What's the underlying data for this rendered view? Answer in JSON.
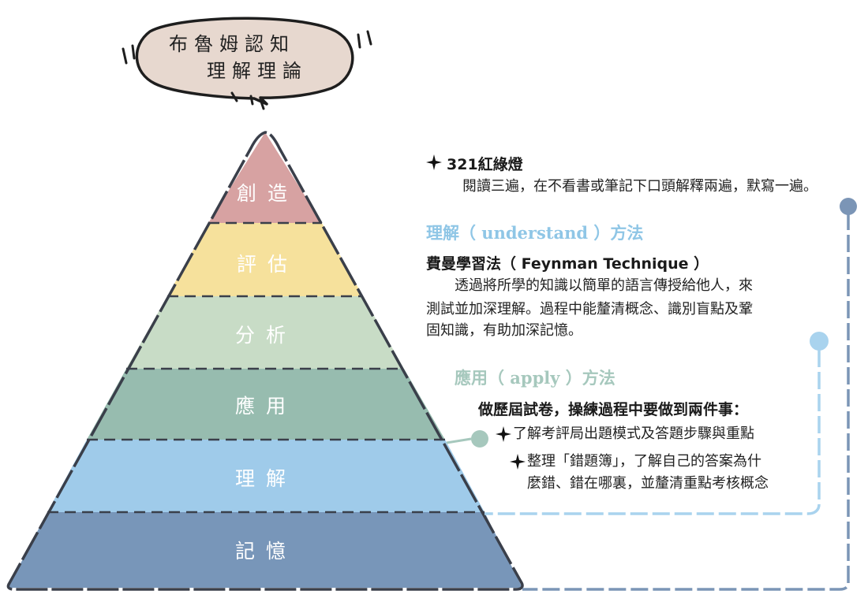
{
  "bubble": {
    "line1": "布魯姆認知",
    "line2": "理解理論"
  },
  "pyramid": {
    "levels": [
      {
        "label": "創造",
        "color": "#d7a2a2"
      },
      {
        "label": "評估",
        "color": "#f6e19c"
      },
      {
        "label": "分析",
        "color": "#c8dcc6"
      },
      {
        "label": "應用",
        "color": "#97bcaf"
      },
      {
        "label": "理解",
        "color": "#9fcbea"
      },
      {
        "label": "記憶",
        "color": "#7896b9"
      }
    ]
  },
  "section_321": {
    "title": "321紅綠燈",
    "body": "閱讀三遍，在不看書或筆記下口頭解釋兩遍，默寫一遍。"
  },
  "section_understand": {
    "method_title": "理解（ understand ）方法",
    "subtitle": "費曼學習法（ Feynman Technique ）",
    "body_line1": "　　透過將所學的知識以簡單的語言傳授給他人，來",
    "body_line2": "測試並加深理解。過程中能釐清概念、識別盲點及鞏",
    "body_line3": " 固知識，有助加深記憶。"
  },
  "section_apply": {
    "method_title": "應用（ apply ）方法",
    "subtitle": "做歷屆試卷，操練過程中要做到兩件事：",
    "item1": "了解考評局出題模式及答題步驟與重點",
    "item2_line1": "整理「錯題簿」，了解自己的答案為什",
    "item2_line2": "麼錯、錯在哪裏，並釐清重點考核概念"
  },
  "colors": {
    "connector_dark": "#7b95b6",
    "connector_light": "#a9d3ee",
    "connector_green": "#a6c8bd",
    "outline": "#3a3f4a"
  }
}
